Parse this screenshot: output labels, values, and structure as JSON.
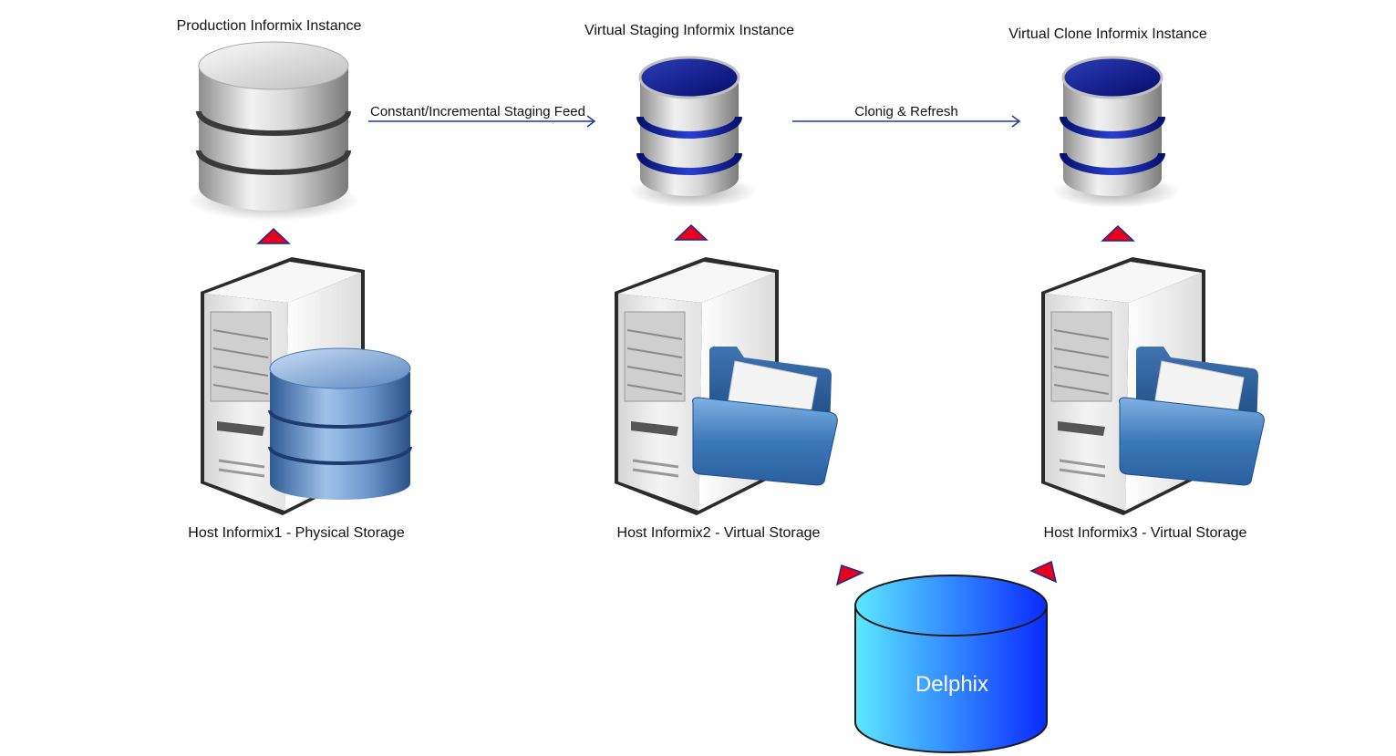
{
  "instances": {
    "production": "Production Informix Instance",
    "staging": "Virtual Staging Informix Instance",
    "clone": "Virtual Clone Informix Instance"
  },
  "hosts": {
    "host1": "Host Informix1 - Physical Storage",
    "host2": "Host Informix2 - Virtual Storage",
    "host3": "Host Informix3 - Virtual Storage"
  },
  "flows": {
    "staging_feed": "Constant/Incremental Staging Feed",
    "clone_refresh": "Clonig & Refresh"
  },
  "delphix": {
    "label": "Delphix"
  },
  "colors": {
    "arrow": "#1f3a93",
    "triangle_fill": "#e8001c",
    "triangle_stroke": "#1a2a8a",
    "delphix_light": "#5ce8ff",
    "delphix_dark": "#0a2aff"
  },
  "icons": {
    "production_db": "gray-database-icon",
    "staging_db": "blue-database-icon",
    "clone_db": "blue-database-icon",
    "server": "server-tower-icon",
    "physical_storage": "database-icon",
    "virtual_storage": "folder-icon",
    "delphix": "cylinder-database-icon"
  }
}
